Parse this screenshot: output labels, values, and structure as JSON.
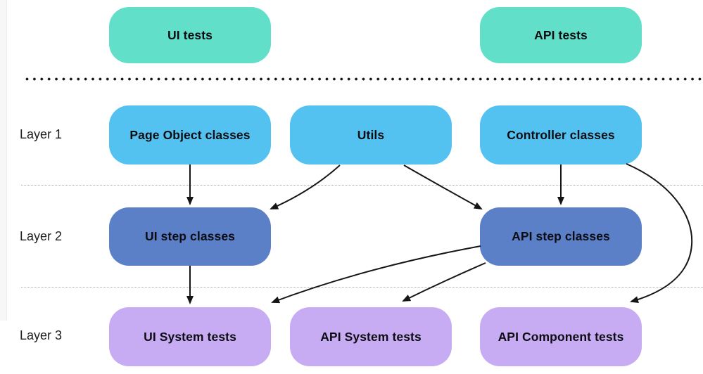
{
  "top_row": {
    "items": [
      {
        "label": "UI tests"
      },
      {
        "label": "API tests"
      }
    ]
  },
  "layers": [
    {
      "label": "Layer 1",
      "boxes": [
        {
          "label": "Page Object classes"
        },
        {
          "label": "Utils"
        },
        {
          "label": "Controller classes"
        }
      ]
    },
    {
      "label": "Layer 2",
      "boxes": [
        {
          "label": "UI step classes"
        },
        {
          "label": "API step classes"
        }
      ]
    },
    {
      "label": "Layer 3",
      "boxes": [
        {
          "label": "UI System tests"
        },
        {
          "label": "API System tests"
        },
        {
          "label": "API Component tests"
        }
      ]
    }
  ],
  "edges": [
    {
      "from": "Page Object classes",
      "to": "UI step classes"
    },
    {
      "from": "Utils",
      "to": "UI step classes"
    },
    {
      "from": "Utils",
      "to": "API step classes"
    },
    {
      "from": "Controller classes",
      "to": "API step classes"
    },
    {
      "from": "Controller classes",
      "to": "API Component tests"
    },
    {
      "from": "UI step classes",
      "to": "UI System tests"
    },
    {
      "from": "API step classes",
      "to": "UI System tests"
    },
    {
      "from": "API step classes",
      "to": "API System tests"
    }
  ],
  "colors": {
    "top_box": "#62dfc8",
    "layer1_box": "#54c2f1",
    "layer2_box": "#5b80c8",
    "layer3_box": "#c7acf3",
    "arrow": "#151515",
    "layer_label_text": "#1c1c1e",
    "box_label_text": "#0c0c12"
  }
}
